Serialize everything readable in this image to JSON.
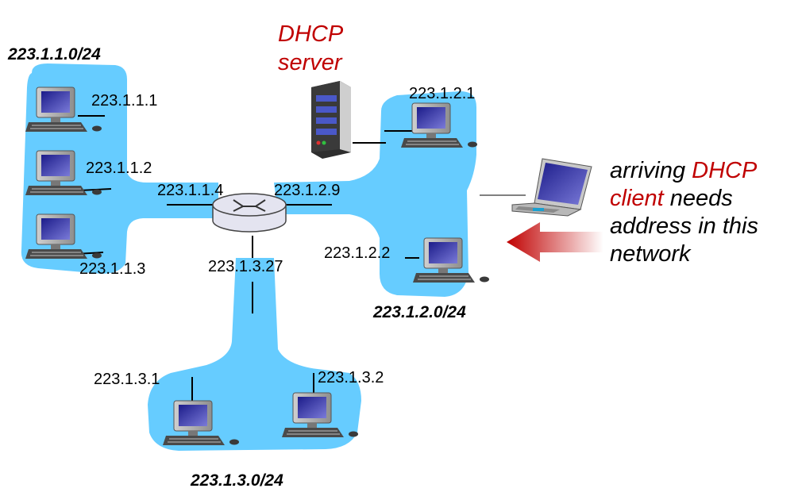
{
  "colors": {
    "network_fill": "#66ccff",
    "highlight_red": "#c00000",
    "text": "#000000",
    "router_fill": "#e4e4f0",
    "screen_fill": "#3a3ab0"
  },
  "subnets": {
    "left": "223.1.1.0/24",
    "right": "223.1.2.0/24",
    "bottom": "223.1.3.0/24"
  },
  "hosts": {
    "h111": "223.1.1.1",
    "h112": "223.1.1.2",
    "h113": "223.1.1.3",
    "h121": "223.1.2.1",
    "h122": "223.1.2.2",
    "h131": "223.1.3.1",
    "h132": "223.1.3.2"
  },
  "router": {
    "if_left": "223.1.1.4",
    "if_right": "223.1.2.9",
    "if_bottom": "223.1.3.27"
  },
  "server": {
    "line1": "DHCP",
    "line2": "server",
    "icon": "server-icon"
  },
  "client_note": {
    "l1_a": "arriving ",
    "l1_b": "DHCP",
    "l2_a": "client",
    "l2_b": " needs",
    "l3": "address in this",
    "l4": "network"
  },
  "icons": {
    "host": "desktop-computer-icon",
    "laptop": "laptop-icon",
    "router": "router-icon",
    "arrow": "arrow-left-icon"
  }
}
